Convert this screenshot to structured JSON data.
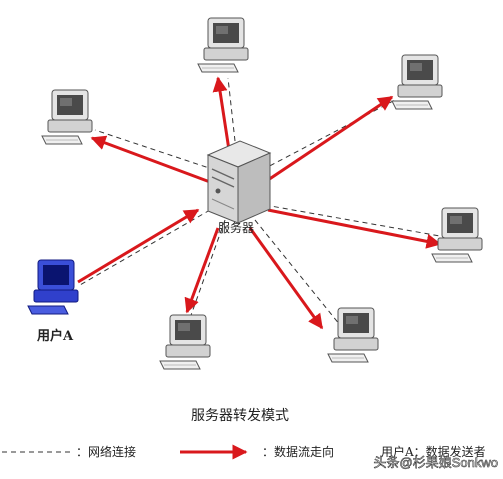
{
  "server": {
    "label": "服务器"
  },
  "clients": [
    {
      "id": "top",
      "label": "",
      "is_sender": false
    },
    {
      "id": "upper-left",
      "label": "",
      "is_sender": false
    },
    {
      "id": "upper-right",
      "label": "",
      "is_sender": false
    },
    {
      "id": "right",
      "label": "",
      "is_sender": false
    },
    {
      "id": "bottom-right",
      "label": "",
      "is_sender": false
    },
    {
      "id": "bottom-left",
      "label": "",
      "is_sender": false
    },
    {
      "id": "user-a",
      "label": "用户A",
      "is_sender": true
    }
  ],
  "caption": "服务器转发模式",
  "legend": {
    "network_link": "：网络连接",
    "data_flow": "：数据流走向",
    "sender_note": "用户A：数据发送者"
  },
  "watermark": "头条@杉果娘Sonkwo",
  "colors": {
    "arrow": "#d9181c",
    "network_line": "#333333",
    "sender_pc": "#1f2fbf",
    "pc": "#bdbdbd"
  }
}
